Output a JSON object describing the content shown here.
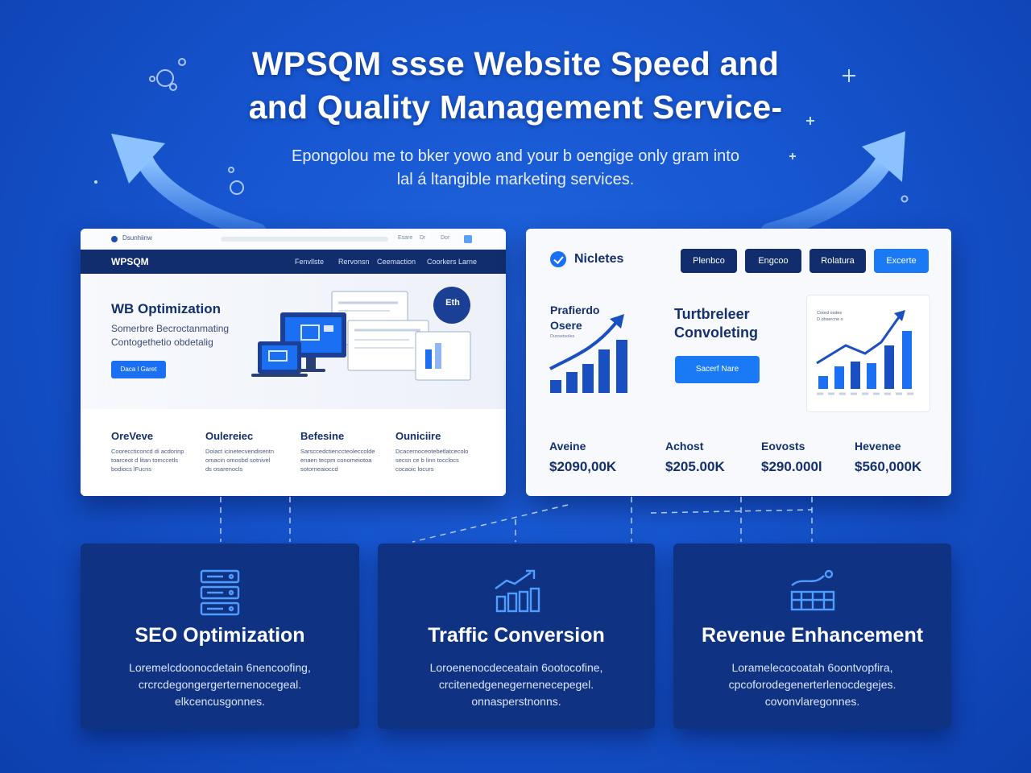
{
  "hero": {
    "title_lines": [
      "WPSQM ssse Website Speed and",
      "and Quality Management Service-"
    ],
    "subtitle_lines": [
      "Epongolou me to bker yowo and your b oengige only gram into",
      "lal á ltangible marketing services."
    ]
  },
  "left_panel": {
    "browser_tab": "Dsunhiinw",
    "browser_menu": [
      "Esare",
      "Dr",
      "Dor"
    ],
    "brand": "WPSQM",
    "nav": [
      "Fenvllste",
      "Rervonsn",
      "Ceemaction",
      "Coorkers Larne"
    ],
    "heading": "WB Optimization",
    "text_lines": [
      "Somerbre Becroctanmating",
      "Contogethetio obdetalig"
    ],
    "button_label": "Daca l Garet",
    "badge": "Eth",
    "columns": [
      {
        "title": "OreVeve",
        "lines": [
          "Cooreccticoncd di acdorinp",
          "toarceot d litan tomccetls",
          "bodiocs lFucns"
        ]
      },
      {
        "title": "Oulereiec",
        "lines": [
          "Doiact icinetecvendisentn",
          "omacin omosbd sotnivel",
          "ds osarenocls"
        ]
      },
      {
        "title": "Befesine",
        "lines": [
          "Sarsccedctienccteoleccolde",
          "enaen tecpm conomeiotoa",
          "sotorneaioccd"
        ]
      },
      {
        "title": "Ouniciire",
        "lines": [
          "Dcacernoceotebetlatcecolo",
          "secsn ce b linn tocclocs",
          "cocaoic locurs"
        ]
      }
    ]
  },
  "right_panel": {
    "brand": "Nicletes",
    "nav_buttons": [
      "Plenbco",
      "Engcoo",
      "Rolatura",
      "Excerte"
    ],
    "chart_title_lines": [
      "Prafierdo",
      "Osere"
    ],
    "chart_note": "Dunsetsoles",
    "mid_title_lines": [
      "Turtbreleer",
      "Convoleting"
    ],
    "mid_button": "Sacerf Nare",
    "card_note_lines": [
      "Coord osdes",
      "D ohsercne o"
    ],
    "stats": [
      {
        "label": "Aveine",
        "value": "$2090,00K"
      },
      {
        "label": "Achost",
        "value": "$205.00K"
      },
      {
        "label": "Eovosts",
        "value": "$290.000l"
      },
      {
        "label": "Hevenee",
        "value": "$560,000K"
      }
    ]
  },
  "cards": [
    {
      "title": "SEO Optimization",
      "icon": "server-icon",
      "desc_lines": [
        "Loremelcdoonocdetain 6nencoofing,",
        "crcrcdegongergerternenocegeal.",
        "elkcencusgonnes."
      ]
    },
    {
      "title": "Traffic Conversion",
      "icon": "growth-chart-icon",
      "desc_lines": [
        "Loroenenocdeceatain 6ootocofine,",
        "crcitenedgenegernenecepegel.",
        "onnasperstnonns."
      ]
    },
    {
      "title": "Revenue Enhancement",
      "icon": "revenue-chart-icon",
      "desc_lines": [
        "Loramelecocoatah 6oontvopfira,",
        "cpcoforodegenerterlenocdegejes.",
        "covonvlaregonnes."
      ]
    }
  ],
  "colors": {
    "background": "#1655cf",
    "navy": "#112d6d",
    "accent": "#1a7af5",
    "card": "#0f3283"
  }
}
